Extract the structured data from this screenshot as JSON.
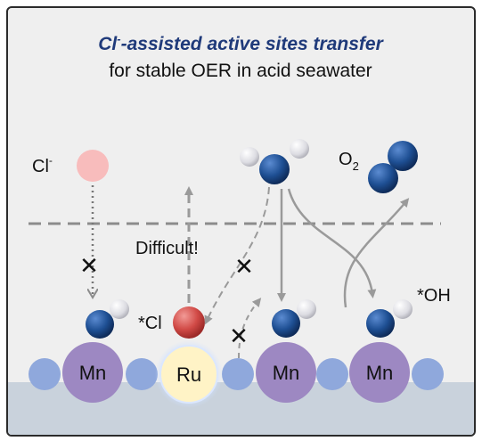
{
  "title": {
    "line1_cl": "Cl",
    "line1_sup": "-",
    "line1_rest": "-assisted active sites transfer",
    "line2": "for stable OER in acid seawater"
  },
  "labels": {
    "cl_ion": "Cl",
    "cl_ion_sup": "-",
    "o2_o": "O",
    "o2_sub": "2",
    "difficult": "Difficult!",
    "star_cl": "*Cl",
    "star_oh": "*OH",
    "cross": "✕"
  },
  "atoms": {
    "mn": "Mn",
    "ru": "Ru"
  },
  "colors": {
    "title_blue": "#1f3a7a",
    "mn_purple": "#9d88c2",
    "ru_cream": "#fff3c6",
    "ru_glow": "#cfe0ff",
    "small_blue": "#8fa8dc",
    "oxygen_blue": "#1e4f93",
    "hydrogen_white": "#e6e6ea",
    "cl_pink": "#f8bcbc",
    "cl_red": "#d14a46",
    "dashed_gray": "#8c8c8c",
    "ground": "#c9d2dc"
  }
}
